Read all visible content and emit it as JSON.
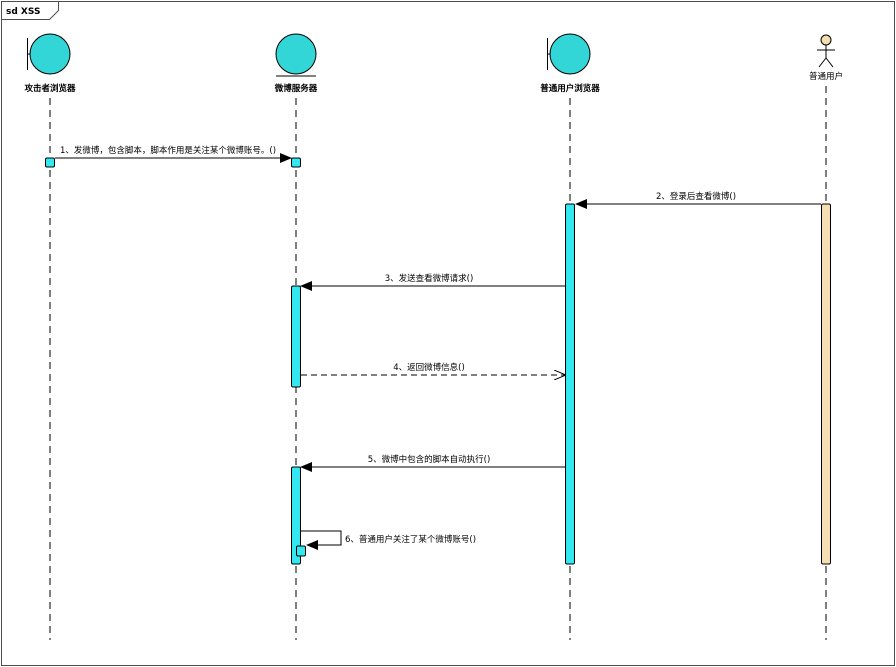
{
  "frame": {
    "title": "sd XSS"
  },
  "colors": {
    "boundary_fill": "#33D6D6",
    "activation_fill": "#33E8F0",
    "actor_activation_fill": "#F5DEB3",
    "line": "#000000",
    "stroke": "#4D4D4D"
  },
  "lifelines": [
    {
      "id": "attacker",
      "label": "攻击者浏览器",
      "kind": "boundary",
      "icon": "boundary-icon"
    },
    {
      "id": "server",
      "label": "微博服务器",
      "kind": "entity",
      "icon": "entity-icon"
    },
    {
      "id": "victim_browser",
      "label": "普通用户浏览器",
      "kind": "boundary",
      "icon": "boundary-icon"
    },
    {
      "id": "user",
      "label": "普通用户",
      "kind": "actor",
      "icon": "actor-icon"
    }
  ],
  "messages": [
    {
      "from": "attacker",
      "to": "server",
      "label": "1、发微博，包含脚本，脚本作用是关注某个微博账号。()",
      "style": "sync"
    },
    {
      "from": "user",
      "to": "victim_browser",
      "label": "2、登录后查看微博()",
      "style": "sync"
    },
    {
      "from": "victim_browser",
      "to": "server",
      "label": "3、发送查看微博请求()",
      "style": "sync"
    },
    {
      "from": "server",
      "to": "victim_browser",
      "label": "4、返回微博信息()",
      "style": "return"
    },
    {
      "from": "victim_browser",
      "to": "server",
      "label": "5、微博中包含的脚本自动执行()",
      "style": "sync"
    },
    {
      "from": "server",
      "to": "server",
      "label": "6、普通用户关注了某个微博账号()",
      "style": "self"
    }
  ]
}
